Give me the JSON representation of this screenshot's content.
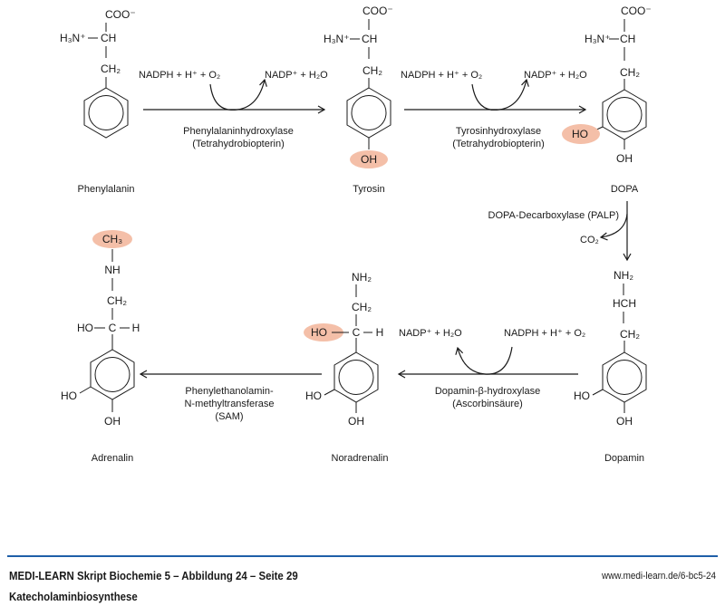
{
  "title": "Katecholaminbiosynthese",
  "highlight_color": "#f4bfa8",
  "accent_color": "#1f5fa8",
  "molecules": [
    {
      "name": "Phenylalanin",
      "groups": {
        "top": "COO⁻",
        "amine": "H₃N⁺",
        "alpha": "CH",
        "beta": "CH₂"
      }
    },
    {
      "name": "Tyrosin",
      "groups": {
        "top": "COO⁻",
        "amine": "H₃N⁺",
        "alpha": "CH",
        "beta": "CH₂",
        "para": "OH"
      },
      "highlighted": "OH"
    },
    {
      "name": "DOPA",
      "groups": {
        "top": "COO⁻",
        "amine": "H₃N⁺",
        "alpha": "CH",
        "beta": "CH₂",
        "meta": "HO",
        "para": "OH"
      },
      "highlighted": "HO"
    },
    {
      "name": "Dopamin",
      "groups": {
        "top": "NH₂",
        "alpha": "HCH",
        "beta": "CH₂",
        "meta": "HO",
        "para": "OH"
      }
    },
    {
      "name": "Noradrenalin",
      "groups": {
        "top": "NH₂",
        "alpha": "CH₂",
        "hydroxyl": "HO",
        "carbon": "C",
        "h": "H",
        "meta": "HO",
        "para": "OH"
      },
      "highlighted": "HO"
    },
    {
      "name": "Adrenalin",
      "groups": {
        "methyl": "CH₃",
        "amine": "NH",
        "alpha": "CH₂",
        "hydroxyl": "HO",
        "carbon": "C",
        "h": "H",
        "meta": "HO",
        "para": "OH"
      },
      "highlighted": "CH₃"
    }
  ],
  "reactions": [
    {
      "enzyme": "Phenylalaninhydroxylase",
      "cofactor": "(Tetrahydrobiopterin)",
      "substrate": "NADPH + H⁺ + O₂",
      "product": "NADP⁺ + H₂O"
    },
    {
      "enzyme": "Tyrosinhydroxylase",
      "cofactor": "(Tetrahydrobiopterin)",
      "substrate": "NADPH + H⁺ + O₂",
      "product": "NADP⁺ + H₂O"
    },
    {
      "enzyme": "DOPA-Decarboxylase (PALP)",
      "product": "CO₂"
    },
    {
      "enzyme": "Dopamin-β-hydroxylase",
      "cofactor": "(Ascorbinsäure)",
      "substrate": "NADPH + H⁺ + O₂",
      "product": "NADP⁺ + H₂O"
    },
    {
      "enzyme": "Phenylethanolamin-",
      "enzyme_line2": "N-methyltransferase",
      "cofactor": "(SAM)"
    }
  ],
  "footer": {
    "source": "MEDI-LEARN Skript Biochemie 5 – Abbildung 24 – Seite 29",
    "url": "www.medi-learn.de/6-bc5-24",
    "subtitle": "Katecholaminbiosynthese"
  }
}
